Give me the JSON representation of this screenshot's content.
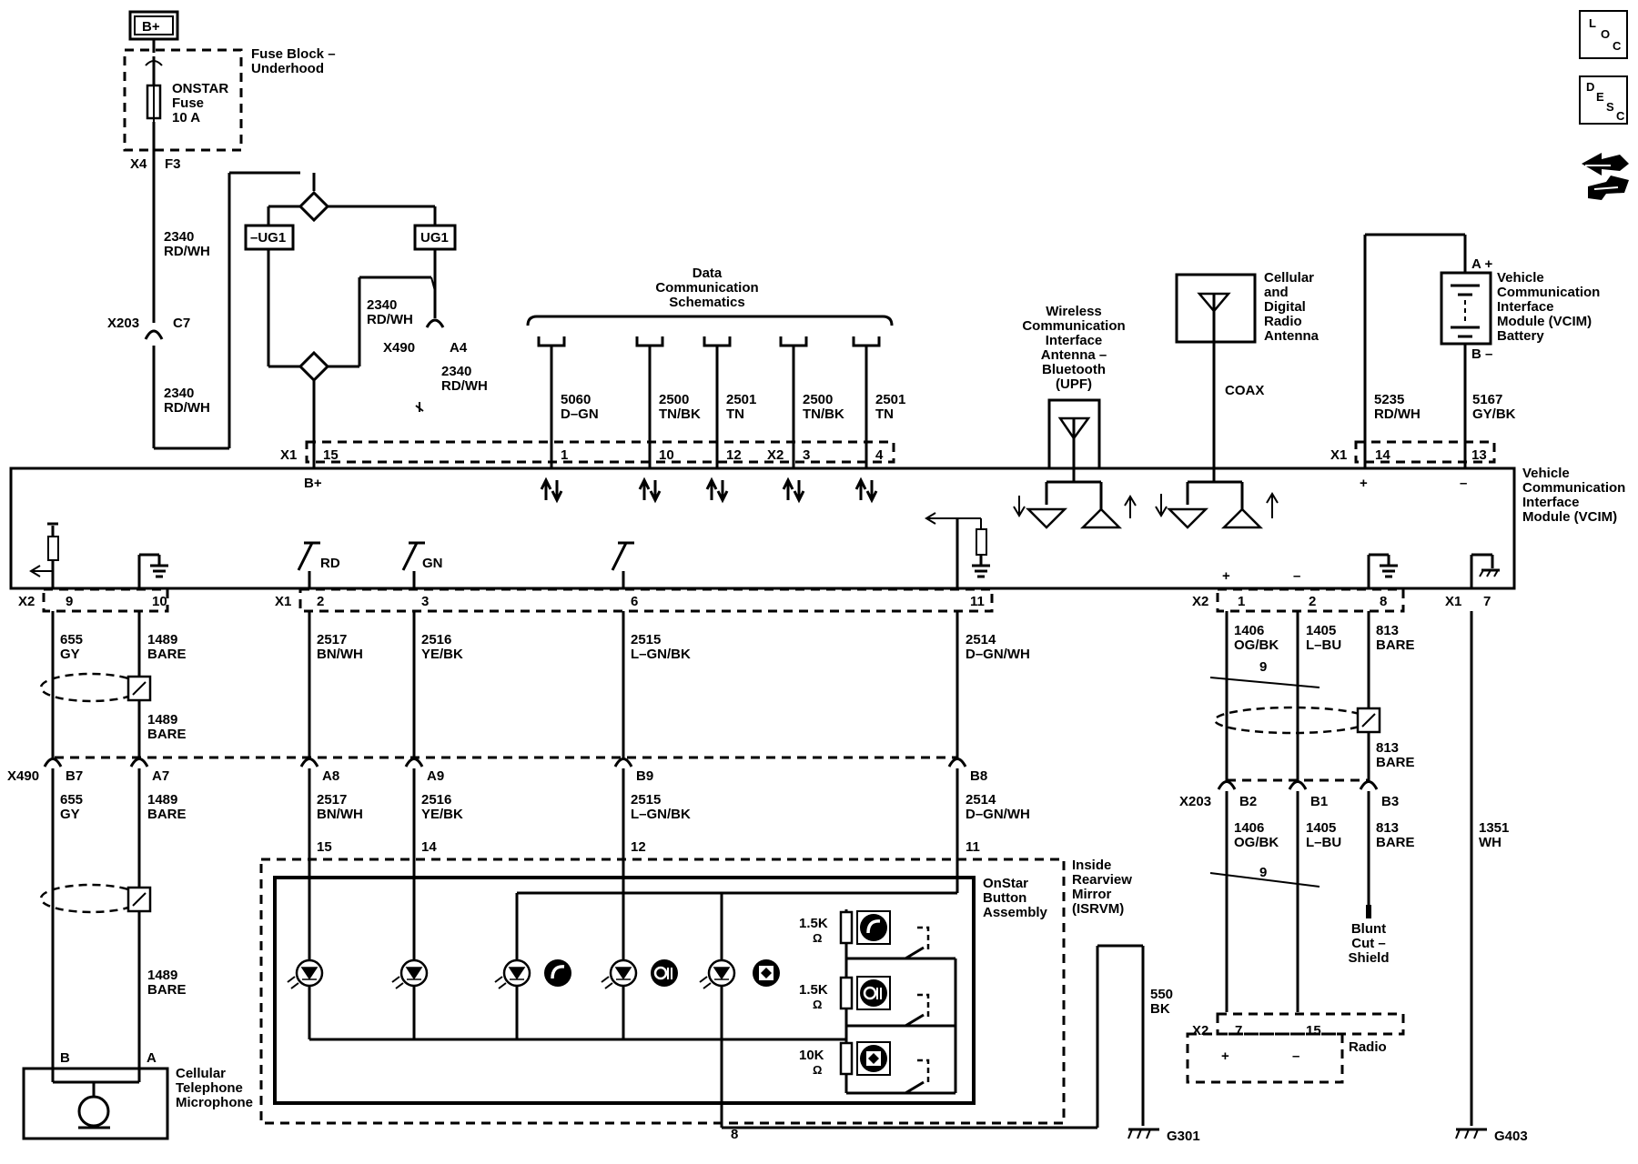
{
  "power": {
    "bplus": "B+"
  },
  "fuse": {
    "block": [
      "Fuse Block –",
      "Underhood"
    ],
    "label": [
      "ONSTAR",
      "Fuse",
      "10 A"
    ],
    "x4": "X4",
    "f3": "F3"
  },
  "relays": {
    "neg": "–UG1",
    "pos": "UG1"
  },
  "left_wire": {
    "x203": "X203",
    "c7": "C7",
    "a": [
      "2340",
      "RD/WH"
    ],
    "b": [
      "2340",
      "RD/WH"
    ]
  },
  "mid_wire": {
    "top": [
      "2340",
      "RD/WH"
    ],
    "x490": "X490",
    "a4": "A4",
    "bot": [
      "2340",
      "RD/WH"
    ]
  },
  "data_comm": {
    "title": [
      "Data",
      "Communication",
      "Schematics"
    ],
    "wires": [
      {
        "num": "5060",
        "color": "D–GN",
        "pin": "1"
      },
      {
        "num": "2500",
        "color": "TN/BK",
        "pin": "10"
      },
      {
        "num": "2501",
        "color": "TN",
        "pin": "12"
      },
      {
        "num": "2500",
        "color": "TN/BK",
        "pin": "3"
      },
      {
        "num": "2501",
        "color": "TN",
        "pin": "4"
      }
    ]
  },
  "bt_antenna": [
    "Wireless",
    "Communication",
    "Interface",
    "Antenna –",
    "Bluetooth",
    "(UPF)"
  ],
  "cell_antenna": {
    "label": [
      "Cellular",
      "and",
      "Digital",
      "Radio",
      "Antenna"
    ],
    "coax": "COAX"
  },
  "battery": {
    "aplus": "A +",
    "bminus": "B –",
    "label": [
      "Vehicle",
      "Communication",
      "Interface",
      "Module (VCIM)",
      "Battery"
    ],
    "w1": [
      "5235",
      "RD/WH"
    ],
    "w2": [
      "5167",
      "GY/BK"
    ],
    "x1": "X1",
    "p14": "14",
    "p13": "13",
    "plus": "+",
    "minus": "–"
  },
  "module": {
    "label": [
      "Vehicle",
      "Communication",
      "Interface",
      "Module (VCIM)"
    ],
    "x1": "X1",
    "p15": "15",
    "bplus": "B+",
    "x2": "X2"
  },
  "bottom_conn": {
    "x2": "X2",
    "x1": "X1",
    "x1b": "X1",
    "x2b": "X2",
    "pins": [
      "9",
      "10",
      "2",
      "3",
      "6",
      "11",
      "1",
      "2",
      "8",
      "7"
    ],
    "rd": "RD",
    "gn": "GN",
    "plus": "+",
    "minus": "–"
  },
  "wires_upper": [
    [
      "655",
      "GY"
    ],
    [
      "1489",
      "BARE"
    ],
    [
      "2517",
      "BN/WH"
    ],
    [
      "2516",
      "YE/BK"
    ],
    [
      "2515",
      "L–GN/BK"
    ],
    [
      "2514",
      "D–GN/WH"
    ],
    [
      "1406",
      "OG/BK"
    ],
    [
      "1405",
      "L–BU"
    ],
    [
      "813",
      "BARE"
    ]
  ],
  "shield_labels": {
    "s1": [
      "1489",
      "BARE"
    ],
    "s2": [
      "813",
      "BARE"
    ],
    "twist": "9"
  },
  "x490_row": {
    "name": "X490",
    "pins": [
      "B7",
      "A7",
      "A8",
      "A9",
      "B9",
      "B8"
    ]
  },
  "x203_row": {
    "name": "X203",
    "pins": [
      "B2",
      "B1",
      "B3"
    ]
  },
  "wires_lower": [
    [
      "655",
      "GY"
    ],
    [
      "1489",
      "BARE"
    ],
    [
      "2517",
      "BN/WH"
    ],
    [
      "2516",
      "YE/BK"
    ],
    [
      "2515",
      "L–GN/BK"
    ],
    [
      "2514",
      "D–GN/WH"
    ],
    [
      "1406",
      "OG/BK"
    ],
    [
      "1405",
      "L–BU"
    ],
    [
      "813",
      "BARE"
    ],
    [
      "1351",
      "WH"
    ]
  ],
  "mirror": {
    "pins": [
      "15",
      "14",
      "12",
      "11",
      "8"
    ],
    "buttons": [
      "OnStar",
      "Button",
      "Assembly"
    ],
    "isrvm": [
      "Inside",
      "Rearview",
      "Mirror",
      "(ISRVM)"
    ],
    "r1": "1.5K",
    "r2": "1.5K",
    "r3": "10K",
    "ohm": "Ω"
  },
  "lower_left": {
    "shield": [
      "1489",
      "BARE"
    ],
    "b": "B",
    "a": "A",
    "mic": [
      "Cellular",
      "Telephone",
      "Microphone"
    ]
  },
  "blunt": [
    "Blunt",
    "Cut –",
    "Shield"
  ],
  "radio": {
    "x2": "X2",
    "p7": "7",
    "p15": "15",
    "label": "Radio",
    "plus": "+",
    "minus": "–",
    "twist": "9"
  },
  "ground": {
    "w550": [
      "550",
      "BK"
    ],
    "g301": "G301",
    "g403": "G403"
  },
  "icons": {
    "loc": [
      "L",
      "O",
      "C"
    ],
    "desc": [
      "D",
      "E",
      "S",
      "C"
    ]
  }
}
